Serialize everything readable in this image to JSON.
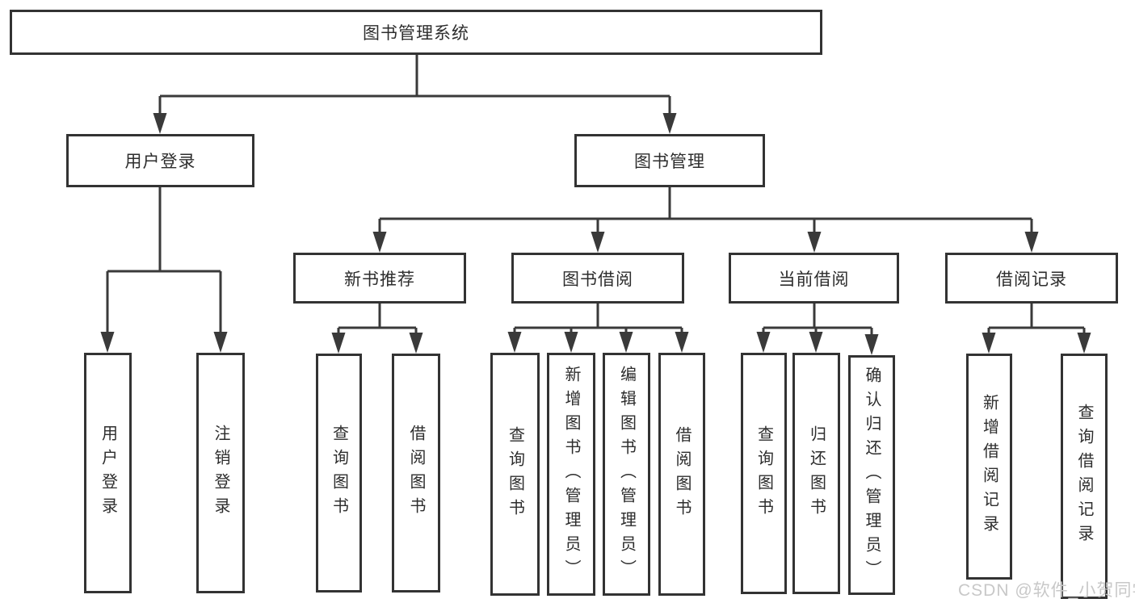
{
  "diagram": {
    "type": "hierarchy-tree",
    "title": "图书管理系统"
  },
  "tree": {
    "root": {
      "label": "图书管理系统",
      "children": [
        {
          "label": "用户登录",
          "children": [
            {
              "label": "用户登录"
            },
            {
              "label": "注销登录"
            }
          ]
        },
        {
          "label": "图书管理",
          "children": [
            {
              "label": "新书推荐",
              "children": [
                {
                  "label": "查询图书"
                },
                {
                  "label": "借阅图书"
                }
              ]
            },
            {
              "label": "图书借阅",
              "children": [
                {
                  "label": "查询图书"
                },
                {
                  "label": "新增图书（管理员）"
                },
                {
                  "label": "编辑图书（管理员）"
                },
                {
                  "label": "借阅图书"
                }
              ]
            },
            {
              "label": "当前借阅",
              "children": [
                {
                  "label": "查询图书"
                },
                {
                  "label": "归还图书"
                },
                {
                  "label": "确认归还（管理员）"
                }
              ]
            },
            {
              "label": "借阅记录",
              "children": [
                {
                  "label": "新增借阅记录"
                },
                {
                  "label": "查询借阅记录"
                }
              ]
            }
          ]
        }
      ]
    }
  },
  "watermark": {
    "text": "CSDN @软件_小贺同学"
  },
  "colors": {
    "background": "#ffffff",
    "box_border": "#333333",
    "connector_line": "#3a3a3a",
    "text": "#2d2d2d",
    "watermark_text": "#c8c8c8"
  }
}
